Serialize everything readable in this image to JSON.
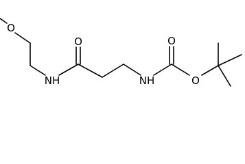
{
  "molecule": {
    "atoms": {
      "o_methoxy": "O",
      "n_amide": "NH",
      "o_amide": "O",
      "n_carbamate": "NH",
      "o_carbonyl": "O",
      "o_ester": "O"
    }
  }
}
